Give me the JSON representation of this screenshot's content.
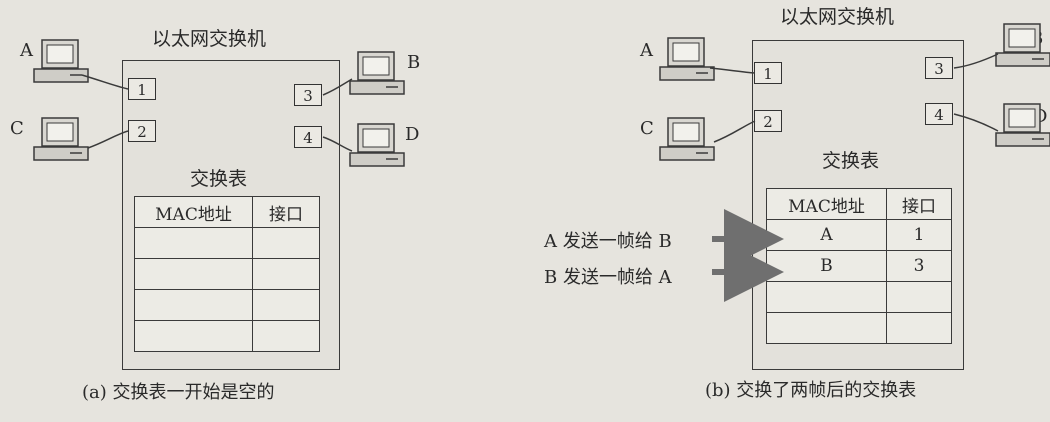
{
  "panel_a": {
    "switch_title": "以太网交换机",
    "table_title": "交换表",
    "table_headers": [
      "MAC地址",
      "接口"
    ],
    "table_rows": [
      [
        "",
        ""
      ],
      [
        "",
        ""
      ],
      [
        "",
        ""
      ],
      [
        "",
        ""
      ]
    ],
    "ports": [
      "1",
      "2",
      "3",
      "4"
    ],
    "hosts": [
      "A",
      "C",
      "B",
      "D"
    ],
    "caption": "(a) 交换表一开始是空的"
  },
  "panel_b": {
    "switch_title": "以太网交换机",
    "table_title": "交换表",
    "table_headers": [
      "MAC地址",
      "接口"
    ],
    "table_rows": [
      [
        "A",
        "1"
      ],
      [
        "B",
        "3"
      ],
      [
        "",
        ""
      ],
      [
        "",
        ""
      ]
    ],
    "ports": [
      "1",
      "2",
      "3",
      "4"
    ],
    "hosts": [
      "A",
      "C",
      "B",
      "D"
    ],
    "arrows": [
      "A 发送一帧给 B",
      "B 发送一帧给 A"
    ],
    "caption": "(b) 交换了两帧后的交换表"
  }
}
